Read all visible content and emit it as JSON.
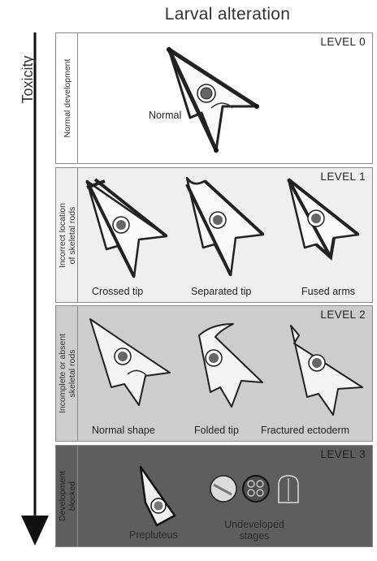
{
  "title": "Larval alteration",
  "axis_label": "Toxicity",
  "colors": {
    "panel0": "#ffffff",
    "panel1": "#efefef",
    "panel2": "#cdcdcd",
    "panel3": "#5e5e5e"
  },
  "panels": [
    {
      "level": "LEVEL 0",
      "side": [
        "Normal development"
      ],
      "captions": [
        "Normal"
      ]
    },
    {
      "level": "LEVEL 1",
      "side": [
        "Incorrect location",
        "of skeletal rods"
      ],
      "captions": [
        "Crossed tip",
        "Separated tip",
        "Fused arms"
      ]
    },
    {
      "level": "LEVEL 2",
      "side": [
        "Incomplete or absent",
        "skeletal rods"
      ],
      "captions": [
        "Normal shape",
        "Folded tip",
        "Fractured ectoderm"
      ]
    },
    {
      "level": "LEVEL 3",
      "side": [
        "Development",
        "blocked"
      ],
      "captions": [
        "Prepluteus",
        "Undeveloped",
        "stages"
      ]
    }
  ]
}
